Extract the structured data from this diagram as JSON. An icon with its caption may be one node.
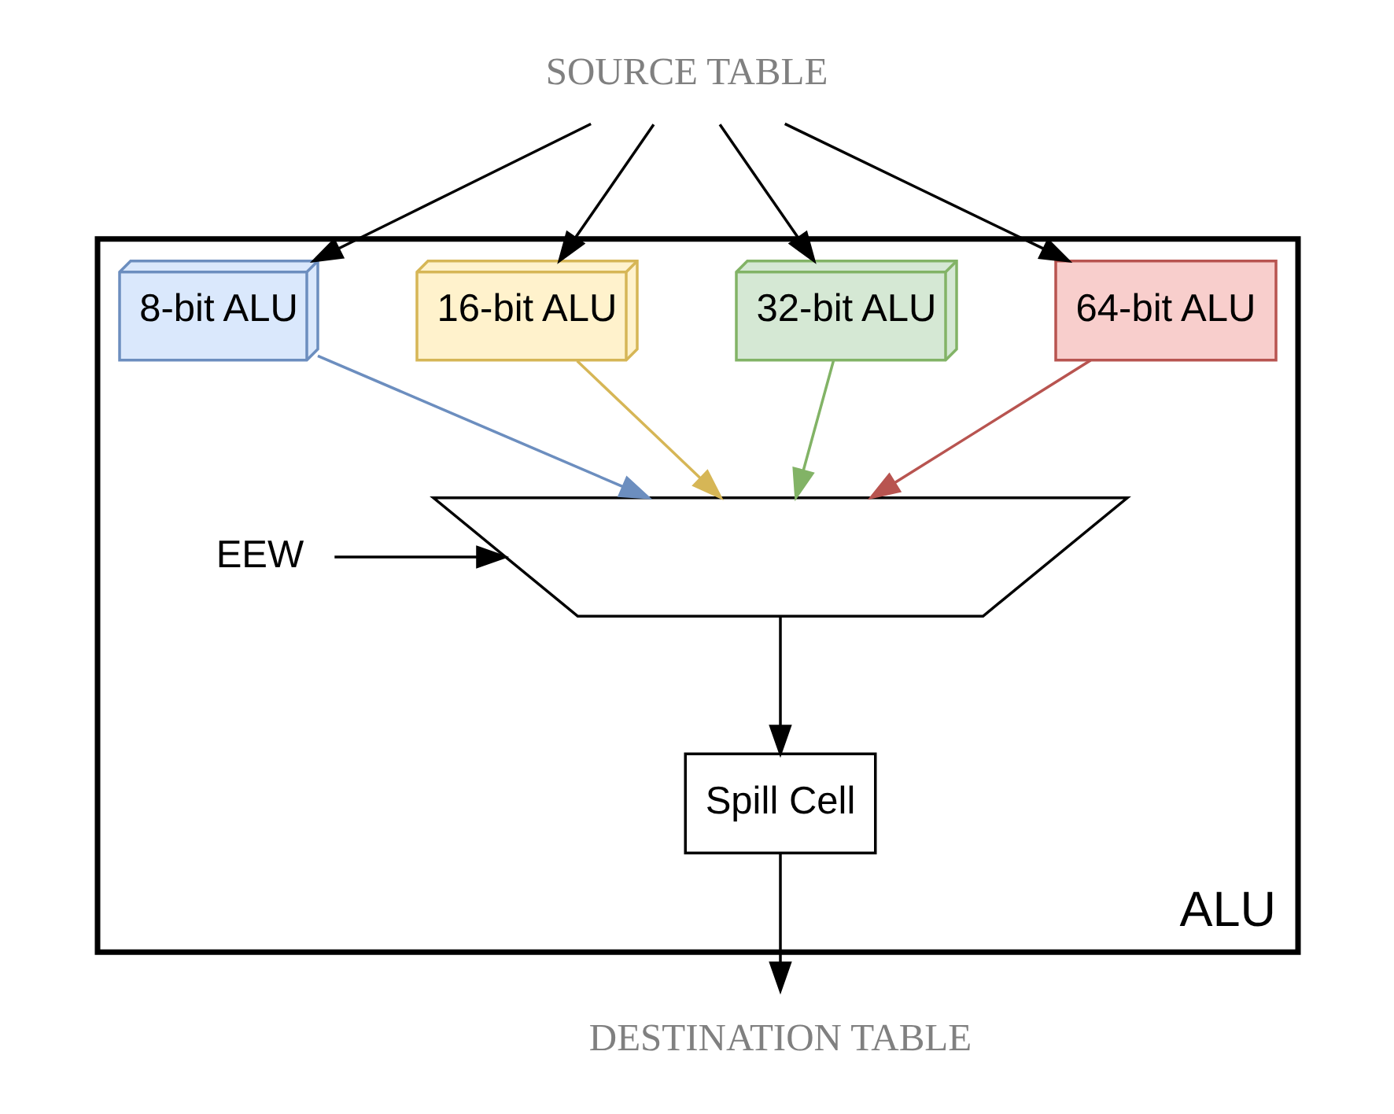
{
  "diagram": {
    "nodes": [
      {
        "text": [
          "ALU"
        ]
      },
      {
        "text": [
          "SOURCE TABLE"
        ]
      },
      {
        "text": [
          "64-bit ALU"
        ],
        "in": 0
      },
      {
        "text": [
          "32-bit ALU"
        ],
        "in": 0
      },
      {
        "text": [
          "16-bit ALU"
        ],
        "in": 0
      },
      {
        "text": [
          "8-bit ALU"
        ],
        "in": 0
      },
      {
        "text": [],
        "shape": "trapezoid",
        "in": 0
      },
      {
        "text": [
          "EEW"
        ],
        "in": 0
      },
      {
        "text": [
          "Spill Cell"
        ],
        "in": 0
      },
      {
        "text": [
          "DESTINATION TABLE"
        ]
      }
    ],
    "edges": [
      {
        "from": 1,
        "to": 2,
        "arrow": "to"
      },
      {
        "from": 1,
        "to": 3,
        "arrow": "to"
      },
      {
        "from": 1,
        "to": 4,
        "arrow": "to"
      },
      {
        "from": 1,
        "to": 5,
        "arrow": "to"
      },
      {
        "from": 2,
        "to": 6,
        "arrow": "to",
        "color": "#b85450"
      },
      {
        "from": 3,
        "to": 6,
        "arrow": "to",
        "color": "#82b366"
      },
      {
        "from": 4,
        "to": 6,
        "arrow": "to",
        "color": "#d6b656"
      },
      {
        "from": 5,
        "to": 6,
        "arrow": "to",
        "color": "#6c8ebf"
      },
      {
        "from": 7,
        "to": 6,
        "arrow": "to"
      },
      {
        "from": 6,
        "to": 8,
        "arrow": "to"
      },
      {
        "from": 8,
        "to": 9,
        "arrow": "to"
      }
    ]
  }
}
